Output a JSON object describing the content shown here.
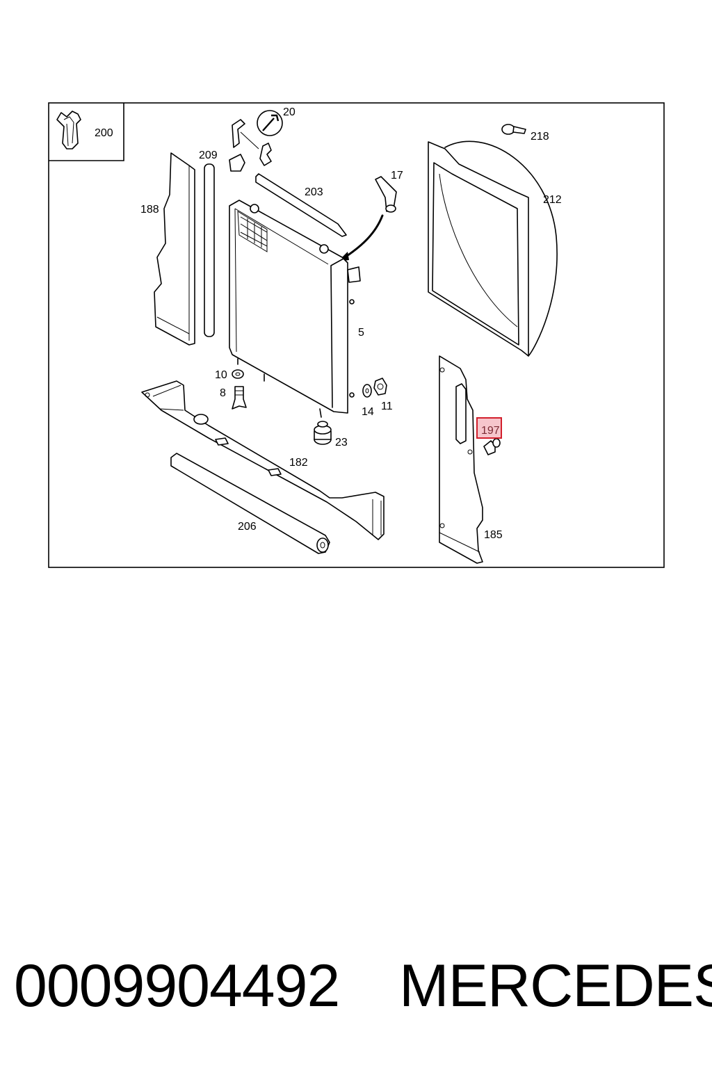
{
  "diagram": {
    "callouts": {
      "c200": "200",
      "c20": "20",
      "c218": "218",
      "c209": "209",
      "c203": "203",
      "c17": "17",
      "c212": "212",
      "c188": "188",
      "c5": "5",
      "c10": "10",
      "c8": "8",
      "c14": "14",
      "c11": "11",
      "c23": "23",
      "c182": "182",
      "c197": "197",
      "c206": "206",
      "c185": "185"
    },
    "highlighted_part": "197",
    "highlight_color": "#d21f2c"
  },
  "footer": {
    "part_number": "0009904492",
    "brand": "MERCEDES"
  }
}
